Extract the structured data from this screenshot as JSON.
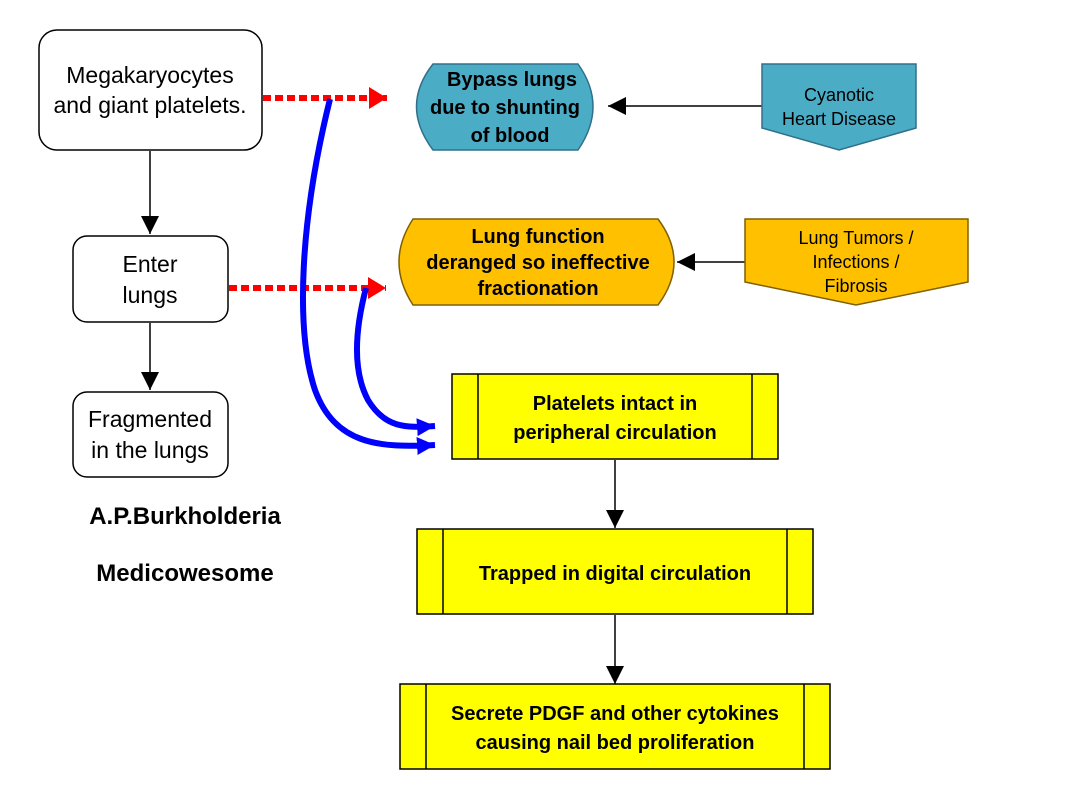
{
  "nodes": {
    "megakaryocytes": {
      "lines": [
        "Megakaryocytes",
        "and giant platelets."
      ]
    },
    "enter_lungs": {
      "lines": [
        "Enter",
        "lungs"
      ]
    },
    "fragmented": {
      "lines": [
        "Fragmented",
        "in the lungs"
      ]
    },
    "bypass": {
      "lines": [
        "Bypass lungs",
        "due to shunting",
        "of blood"
      ],
      "fill": "#4BACC6"
    },
    "cyanotic": {
      "lines": [
        "Cyanotic",
        "Heart Disease"
      ],
      "fill": "#4BACC6"
    },
    "lung_function": {
      "lines": [
        "Lung function",
        "deranged so ineffective",
        "fractionation"
      ],
      "fill": "#FFC000"
    },
    "lung_tumors": {
      "lines": [
        "Lung Tumors /",
        "Infections /",
        "Fibrosis"
      ],
      "fill": "#FFC000"
    },
    "platelets_intact": {
      "lines": [
        "Platelets intact in",
        "peripheral circulation"
      ],
      "fill": "#FFFF00"
    },
    "trapped": {
      "lines": [
        "Trapped in digital circulation"
      ],
      "fill": "#FFFF00"
    },
    "secrete": {
      "lines": [
        "Secrete PDGF and other cytokines",
        "causing nail bed proliferation"
      ],
      "fill": "#FFFF00"
    }
  },
  "credits": {
    "author": "A.P.Burkholderia",
    "site": "Medicowesome"
  },
  "colors": {
    "dotted_arrow": "#FF0000",
    "curved_arrow": "#0000FF",
    "solid_arrow": "#000000"
  }
}
